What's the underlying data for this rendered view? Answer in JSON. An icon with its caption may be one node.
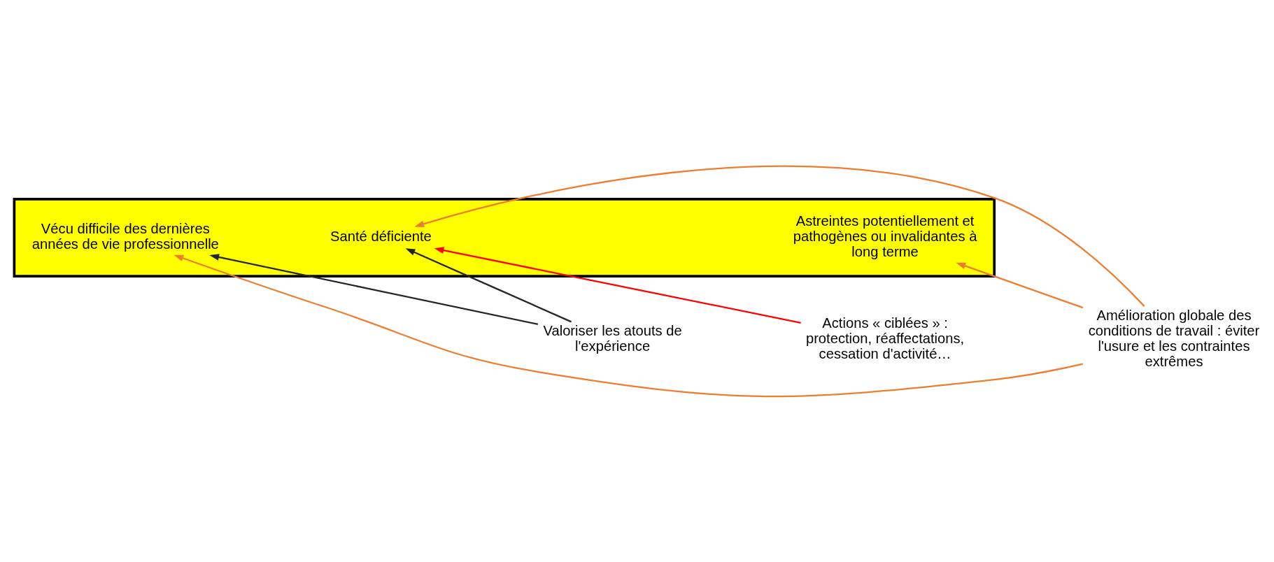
{
  "diagram": {
    "nodes": [
      {
        "text": [],
        "shape": "box"
      },
      {
        "text": [
          "Astreintes potentiellement et pathogènes ou invalidantes à long terme"
        ],
        "in": 0
      },
      {
        "text": [
          "Santé déficiente"
        ],
        "in": 0
      },
      {
        "text": [
          "Vécu difficile des dernières années de vie professionnelle"
        ],
        "in": 0
      },
      {
        "text": [
          "Amélioration globale des conditions de travail : éviter l'usure et les contraintes extrêmes"
        ]
      },
      {
        "text": [
          "Actions « ciblées » : protection, réaffectations, cessation d'activité…"
        ]
      },
      {
        "text": [
          "Valoriser les atouts de l'expérience"
        ]
      }
    ],
    "edges": [
      {
        "from": 4,
        "to": 1,
        "arrow": "to",
        "color": "#ed7d31"
      },
      {
        "from": 4,
        "to": 2,
        "arrow": "to",
        "color": "#ed7d31"
      },
      {
        "from": 4,
        "to": 3,
        "arrow": "to",
        "color": "#ed7d31"
      },
      {
        "from": 5,
        "to": 2,
        "arrow": "to",
        "color": "#ff0000"
      },
      {
        "from": 6,
        "to": 2,
        "arrow": "to",
        "color": "#262626"
      },
      {
        "from": 6,
        "to": 3,
        "arrow": "to",
        "color": "#262626"
      }
    ]
  }
}
